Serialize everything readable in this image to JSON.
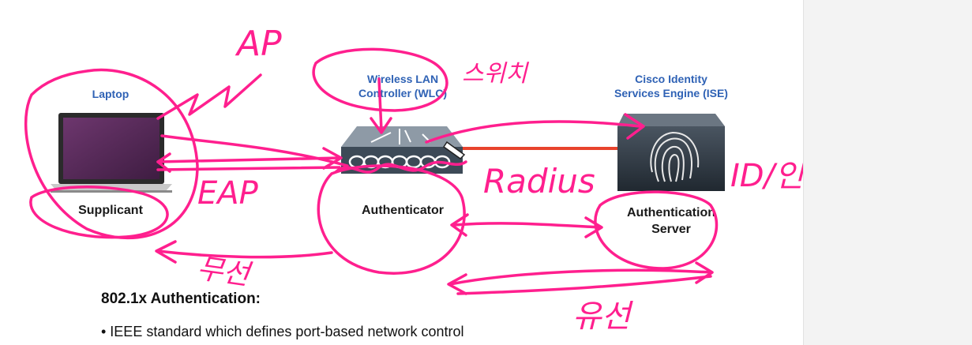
{
  "labels": {
    "laptop": "Laptop",
    "wlc": "Wireless LAN Controller (WLC)",
    "wlc_line1": "Wireless LAN",
    "wlc_line2": "Controller (WLC)",
    "ise_line1": "Cisco Identity",
    "ise_line2": "Services Engine (ISE)",
    "supplicant": "Supplicant",
    "authenticator": "Authenticator",
    "auth_server_line1": "Authentication",
    "auth_server_line2": "Server"
  },
  "text": {
    "heading": "802.1x Authentication:",
    "bullet": "• IEEE standard which defines port-based network control"
  },
  "annotations": {
    "ap": "AP",
    "wlc_korean": "스위치",
    "eap": "EAP",
    "radius": "Radius",
    "id_info": "ID/인증정보",
    "wireless": "무선",
    "wired": "유선"
  },
  "colors": {
    "ink": "#ff1f8e",
    "blue_label": "#2f62b5",
    "link": "#e8432d"
  }
}
